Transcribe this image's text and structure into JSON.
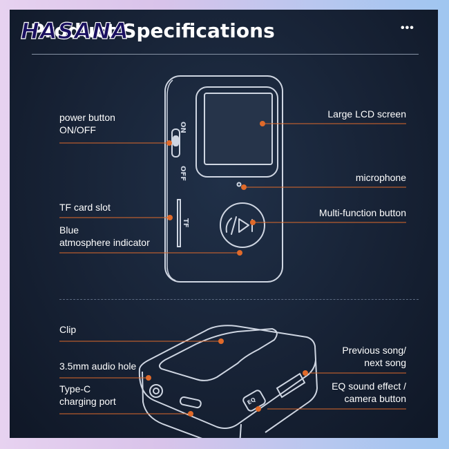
{
  "brand": "HASANA",
  "title": "Product Specifications",
  "menu_icon": "more-dots-icon",
  "labels": {
    "power_line1": "power button",
    "power_line2": "ON/OFF",
    "lcd": "Large LCD screen",
    "microphone": "microphone",
    "tf": "TF card slot",
    "multi": "Multi-function button",
    "blue_line1": "Blue",
    "blue_line2": "atmosphere indicator",
    "clip": "Clip",
    "prev_line1": "Previous song/",
    "prev_line2": "next song",
    "audio": "3.5mm audio hole",
    "typec_line1": "Type-C",
    "typec_line2": "charging port",
    "eq_line1": "EQ sound effect /",
    "eq_line2": "camera button"
  },
  "device_marks": {
    "on": "ON",
    "off": "OFF",
    "tf": "TF"
  },
  "colors": {
    "accent": "#e06a2a",
    "background": "#172235",
    "text": "#ffffff"
  }
}
